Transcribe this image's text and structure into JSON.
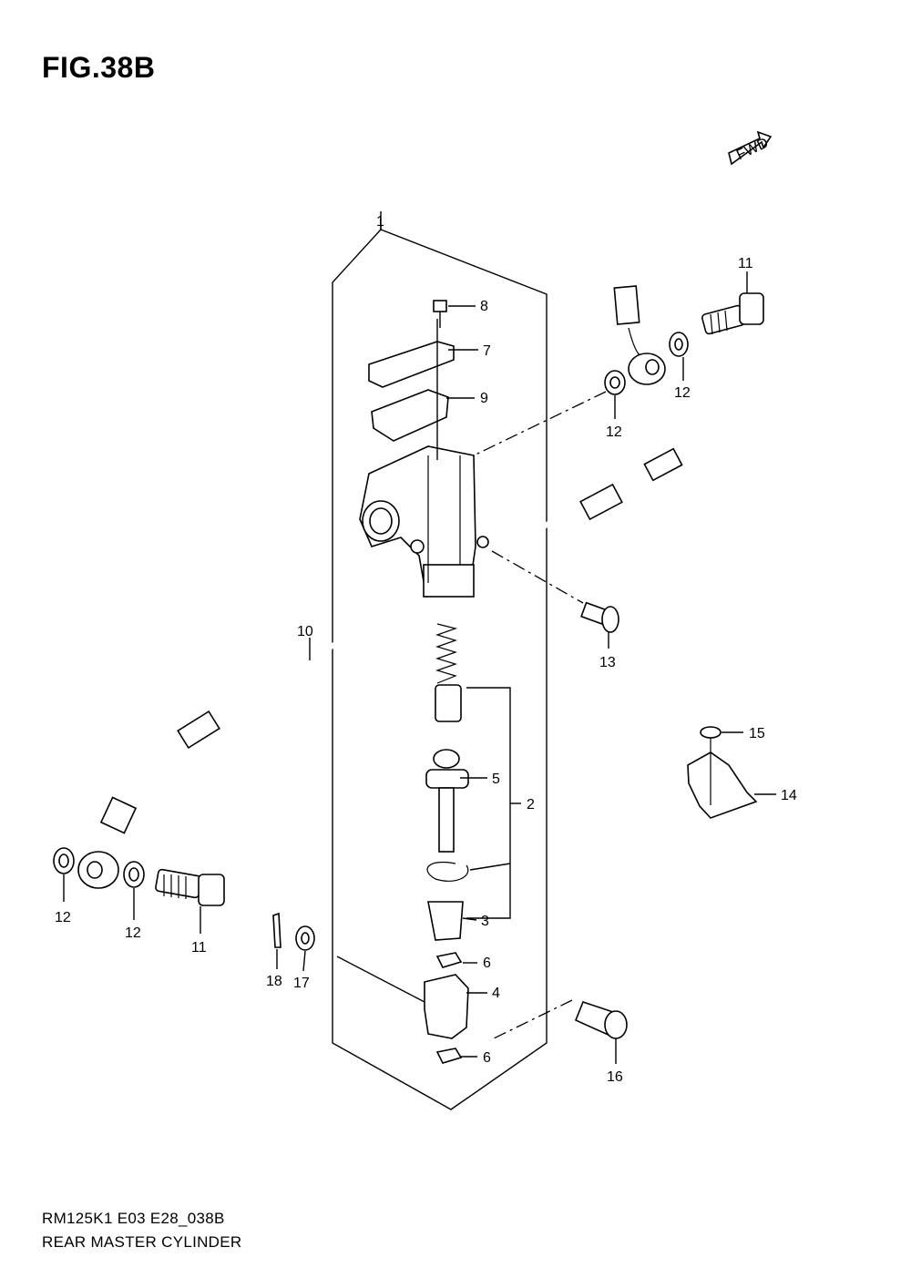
{
  "figure": {
    "title": "FIG.38B",
    "code": "RM125K1 E03 E28_038B",
    "name": "REAR MASTER CYLINDER",
    "fwd_label": "FWD"
  },
  "callouts": [
    {
      "id": "c1",
      "label": "1"
    },
    {
      "id": "c2",
      "label": "2"
    },
    {
      "id": "c3",
      "label": "3"
    },
    {
      "id": "c4",
      "label": "4"
    },
    {
      "id": "c5",
      "label": "5"
    },
    {
      "id": "c6a",
      "label": "6"
    },
    {
      "id": "c6b",
      "label": "6"
    },
    {
      "id": "c7",
      "label": "7"
    },
    {
      "id": "c8",
      "label": "8"
    },
    {
      "id": "c9",
      "label": "9"
    },
    {
      "id": "c10",
      "label": "10"
    },
    {
      "id": "c11a",
      "label": "11"
    },
    {
      "id": "c11b",
      "label": "11"
    },
    {
      "id": "c12a",
      "label": "12"
    },
    {
      "id": "c12b",
      "label": "12"
    },
    {
      "id": "c12c",
      "label": "12"
    },
    {
      "id": "c12d",
      "label": "12"
    },
    {
      "id": "c13",
      "label": "13"
    },
    {
      "id": "c14",
      "label": "14"
    },
    {
      "id": "c15",
      "label": "15"
    },
    {
      "id": "c16",
      "label": "16"
    },
    {
      "id": "c17",
      "label": "17"
    },
    {
      "id": "c18",
      "label": "18"
    }
  ]
}
